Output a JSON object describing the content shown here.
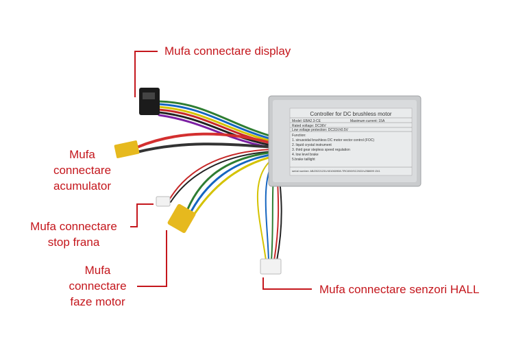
{
  "labels": {
    "display": "Mufa connectare display",
    "battery": [
      "Mufa",
      "connectare",
      "acumulator"
    ],
    "brake": [
      "Mufa connectare",
      "stop frana"
    ],
    "motor_phase": [
      "Mufa",
      "connectare",
      "faze motor"
    ],
    "hall": "Mufa connectare senzori HALL"
  },
  "controller_plate": {
    "title": "Controller for DC brushless motor",
    "model": "Model:  EBA2.3-CE",
    "max_current": "Maximum current:  15A",
    "rated_voltage": "Rated voltage:  DC36V",
    "low_voltage": "Low voltage protection:  DC31V±0.5V",
    "function_heading": "Function:",
    "functions": [
      "1. sinusoidal brushless DC motor vector control (FOC)",
      "2. liquid crystal instrument",
      "3. third gear stepless speed regulation",
      "4. low level brake",
      "5.brake taillight"
    ],
    "serial": "serial number:  AB/20221231/401060908-TRC650/SC2022/v258699 /241"
  },
  "colors": {
    "label": "#c4161c",
    "leader": "#c4161c",
    "housing": "#c9cbcd"
  }
}
